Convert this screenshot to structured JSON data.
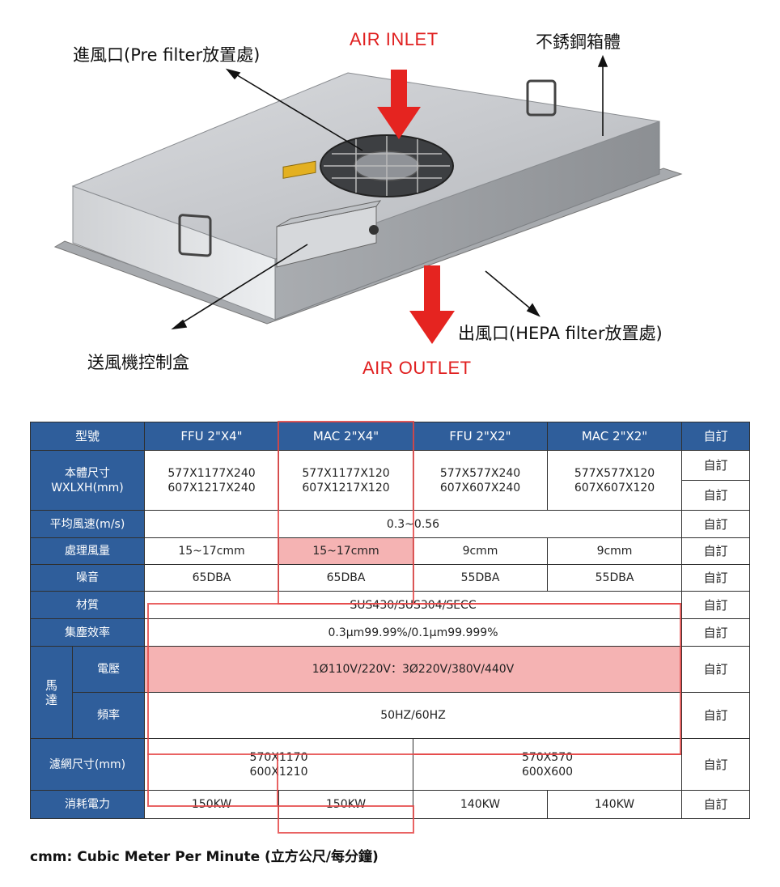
{
  "figure": {
    "pre_filter_label": "進風口(Pre filter放置處)",
    "air_inlet_label": "AIR INLET",
    "steel_box_label": "不銹鋼箱體",
    "control_box_label": "送風機控制盒",
    "hepa_outlet_label": "出風口(HEPA filter放置處)",
    "air_outlet_label": "AIR OUTLET",
    "arrow_color": "#e52420"
  },
  "table": {
    "header": {
      "model": "型號",
      "col1": "FFU 2\"X4\"",
      "col2": "MAC 2\"X4\"",
      "col3": "FFU 2\"X2\"",
      "col4": "MAC 2\"X2\"",
      "custom": "自訂"
    },
    "dimension": {
      "label_line1": "本體尺寸",
      "label_line2": "WXLXH(mm)",
      "c1_line1": "577X1177X240",
      "c1_line2": "607X1217X240",
      "c2_line1": "577X1177X120",
      "c2_line2": "607X1217X120",
      "c3_line1": "577X577X240",
      "c3_line2": "607X607X240",
      "c4_line1": "577X577X120",
      "c4_line2": "607X607X120",
      "custom_a": "自訂",
      "custom_b": "自訂"
    },
    "velocity": {
      "label": "平均風速(m/s)",
      "value": "0.3~0.56",
      "custom": "自訂"
    },
    "airflow": {
      "label": "處理風量",
      "c1": "15~17cmm",
      "c2": "15~17cmm",
      "c3": "9cmm",
      "c4": "9cmm",
      "custom": "自訂"
    },
    "noise": {
      "label": "噪音",
      "c1": "65DBA",
      "c2": "65DBA",
      "c3": "55DBA",
      "c4": "55DBA",
      "custom": "自訂"
    },
    "material": {
      "label": "材質",
      "value": "SUS430/SUS304/SECC",
      "custom": "自訂"
    },
    "efficiency": {
      "label": "集塵效率",
      "value": "0.3μm99.99%/0.1μm99.999%",
      "custom": "自訂"
    },
    "motor": {
      "label_line1": "馬",
      "label_line2": "達",
      "voltage_label": "電壓",
      "voltage_value": "1Ø110V/220V：3Ø220V/380V/440V",
      "voltage_custom": "自訂",
      "freq_label": "頻率",
      "freq_value": "50HZ/60HZ",
      "freq_custom": "自訂"
    },
    "filter_size": {
      "label": "濾網尺寸(mm)",
      "left_line1": "570X1170",
      "left_line2": "600X1210",
      "right_line1": "570X570",
      "right_line2": "600X600",
      "custom": "自訂"
    },
    "power": {
      "label": "消耗電力",
      "c1": "150KW",
      "c2": "150KW",
      "c3": "140KW",
      "c4": "140KW",
      "custom": "自訂"
    }
  },
  "footnote": "cmm: Cubic Meter Per Minute (立方公尺/每分鐘)",
  "colors": {
    "header_blue": "#2f5e9b",
    "highlight_pink": "#f5b3b3",
    "outline_red": "#e54848"
  }
}
